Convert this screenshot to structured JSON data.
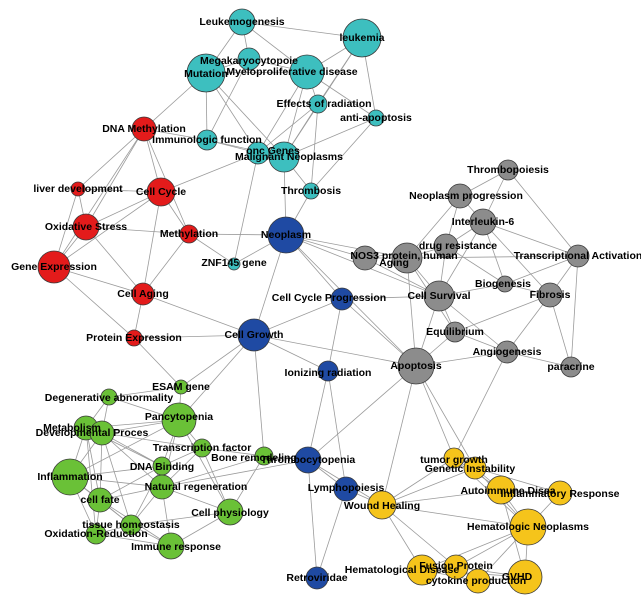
{
  "colors": {
    "cyan": "#3dbfbf",
    "red": "#e31b1b",
    "blue": "#1f4aa3",
    "gray": "#8c8c8c",
    "green": "#6ac137",
    "yellow": "#f5c41b"
  },
  "nodes": [
    {
      "id": "leukemogenesis",
      "label": "Leukemogenesis",
      "group": "cyan"
    },
    {
      "id": "leukemia",
      "label": "leukemia",
      "group": "cyan"
    },
    {
      "id": "megakaryocytopoiesis",
      "label": "Megakaryocytopoie",
      "group": "cyan"
    },
    {
      "id": "mutation",
      "label": "Mutation",
      "group": "cyan"
    },
    {
      "id": "myeloproliferative",
      "label": "Myeloproliferative disease",
      "group": "cyan"
    },
    {
      "id": "effects-radiation",
      "label": "Effects of radiation",
      "group": "cyan"
    },
    {
      "id": "anti-apoptosis",
      "label": "anti-apoptosis",
      "group": "cyan"
    },
    {
      "id": "immunologic",
      "label": "Immunologic function",
      "group": "cyan"
    },
    {
      "id": "onc-genes",
      "label": "onc Genes",
      "group": "cyan"
    },
    {
      "id": "malignant-neoplasms",
      "label": "Malignant Neoplasms",
      "group": "cyan"
    },
    {
      "id": "thrombosis",
      "label": "Thrombosis",
      "group": "cyan"
    },
    {
      "id": "znf145",
      "label": "ZNF145 gene",
      "group": "cyan"
    },
    {
      "id": "dna-methylation",
      "label": "DNA Methylation",
      "group": "red"
    },
    {
      "id": "liver-dev",
      "label": "liver development",
      "group": "red"
    },
    {
      "id": "cell-cycle",
      "label": "Cell Cycle",
      "group": "red"
    },
    {
      "id": "oxidative-stress",
      "label": "Oxidative Stress",
      "group": "red"
    },
    {
      "id": "methylation",
      "label": "Methylation",
      "group": "red"
    },
    {
      "id": "gene-expression",
      "label": "Gene Expression",
      "group": "red"
    },
    {
      "id": "cell-aging",
      "label": "Cell Aging",
      "group": "red"
    },
    {
      "id": "protein-expression",
      "label": "Protein Expression",
      "group": "red"
    },
    {
      "id": "neoplasm",
      "label": "Neoplasm",
      "group": "blue"
    },
    {
      "id": "cell-cycle-progression",
      "label": "Cell Cycle Progression",
      "group": "blue"
    },
    {
      "id": "cell-growth",
      "label": "Cell Growth",
      "group": "blue"
    },
    {
      "id": "ionizing-radiation",
      "label": "Ionizing radiation",
      "group": "blue"
    },
    {
      "id": "thrombocytopenia",
      "label": "Thrombocytopenia",
      "group": "blue"
    },
    {
      "id": "lymphopoiesis",
      "label": "Lymphopoiesis",
      "group": "blue"
    },
    {
      "id": "retroviridae",
      "label": "Retroviridae",
      "group": "blue"
    },
    {
      "id": "thrombopoiesis",
      "label": "Thrombopoiesis",
      "group": "gray"
    },
    {
      "id": "neoplasm-progression",
      "label": "Neoplasm progression",
      "group": "gray"
    },
    {
      "id": "interleukin-6",
      "label": "Interleukin-6",
      "group": "gray"
    },
    {
      "id": "drug-resistance",
      "label": "drug resistance",
      "group": "gray"
    },
    {
      "id": "nos3",
      "label": "NOS3 protein, human",
      "group": "gray"
    },
    {
      "id": "aging",
      "label": "Aging",
      "group": "gray"
    },
    {
      "id": "transcriptional-activation",
      "label": "Transcriptional Activation",
      "group": "gray"
    },
    {
      "id": "biogenesis",
      "label": "Biogenesis",
      "group": "gray"
    },
    {
      "id": "cell-survival",
      "label": "Cell Survival",
      "group": "gray"
    },
    {
      "id": "fibrosis",
      "label": "Fibrosis",
      "group": "gray"
    },
    {
      "id": "equilibrium",
      "label": "Equilibrium",
      "group": "gray"
    },
    {
      "id": "angiogenesis",
      "label": "Angiogenesis",
      "group": "gray"
    },
    {
      "id": "apoptosis",
      "label": "Apoptosis",
      "group": "gray"
    },
    {
      "id": "paracrine",
      "label": "paracrine",
      "group": "gray"
    },
    {
      "id": "esam",
      "label": "ESAM gene",
      "group": "green"
    },
    {
      "id": "degenerative",
      "label": "Degenerative abnormality",
      "group": "green"
    },
    {
      "id": "pancytopenia",
      "label": "Pancytopenia",
      "group": "green"
    },
    {
      "id": "metabolism",
      "label": "Metabolism",
      "group": "green"
    },
    {
      "id": "developmental",
      "label": "Developmental Proces",
      "group": "green"
    },
    {
      "id": "transcription-factor",
      "label": "Transcription factor",
      "group": "green"
    },
    {
      "id": "bone-remodeling",
      "label": "Bone remodeling",
      "group": "green"
    },
    {
      "id": "dna-binding",
      "label": "DNA Binding",
      "group": "green"
    },
    {
      "id": "inflammation",
      "label": "Inflammation",
      "group": "green"
    },
    {
      "id": "natural-regeneration",
      "label": "Natural regeneration",
      "group": "green"
    },
    {
      "id": "cell-fate",
      "label": "cell fate",
      "group": "green"
    },
    {
      "id": "cell-physiology",
      "label": "Cell physiology",
      "group": "green"
    },
    {
      "id": "tissue-homeostasis",
      "label": "tissue homeostasis",
      "group": "green"
    },
    {
      "id": "oxidation-reduction",
      "label": "Oxidation-Reduction",
      "group": "green"
    },
    {
      "id": "immune-response",
      "label": "Immune response",
      "group": "green"
    },
    {
      "id": "tumor-growth",
      "label": "tumor growth",
      "group": "yellow"
    },
    {
      "id": "genetic-instability",
      "label": "Genetic Instability",
      "group": "yellow"
    },
    {
      "id": "autoimmune",
      "label": "Autoimmune Disea",
      "group": "yellow"
    },
    {
      "id": "inflammatory-response",
      "label": "Inflammatory Response",
      "group": "yellow"
    },
    {
      "id": "wound-healing",
      "label": "Wound Healing",
      "group": "yellow"
    },
    {
      "id": "hematologic-neoplasms",
      "label": "Hematologic Neoplasms",
      "group": "yellow"
    },
    {
      "id": "hematological-disease",
      "label": "Hematological Disease",
      "group": "yellow"
    },
    {
      "id": "fusion-protein",
      "label": "Fusion Protein",
      "group": "yellow"
    },
    {
      "id": "cytokine-production",
      "label": "cytokine production",
      "group": "yellow"
    },
    {
      "id": "gvhd",
      "label": "GVHD",
      "group": "yellow"
    }
  ]
}
